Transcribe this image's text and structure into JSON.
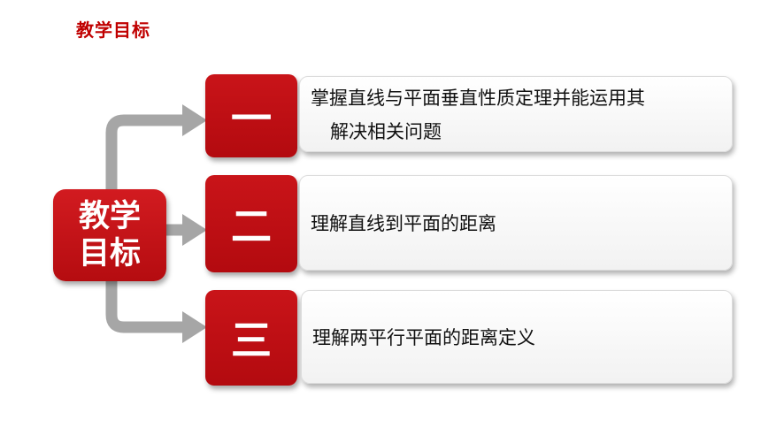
{
  "header": {
    "title": "教学目标"
  },
  "main_badge": {
    "line1": "教学",
    "line2": "目标"
  },
  "objectives": [
    {
      "number": "一",
      "line1": "掌握直线与平面垂直性质定理并能运用其",
      "line2": "解决相关问题"
    },
    {
      "number": "二",
      "line1": "理解直线到平面的距离"
    },
    {
      "number": "三",
      "line1": "理解两平行平面的距离定义"
    }
  ],
  "colors": {
    "accent": "#c00000",
    "connector": "#a6a6a6"
  }
}
